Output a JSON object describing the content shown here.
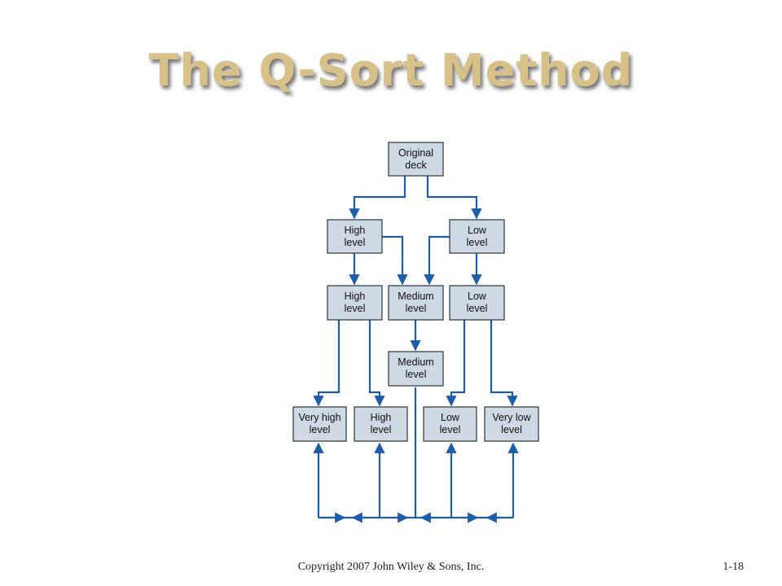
{
  "slide": {
    "title": "The Q-Sort Method",
    "copyright": "Copyright 2007 John Wiley & Sons, Inc.",
    "slide_number": "1-18"
  },
  "diagram": {
    "original": {
      "line1": "Original",
      "line2": "deck"
    },
    "level2": {
      "high": {
        "line1": "High",
        "line2": "level"
      },
      "low": {
        "line1": "Low",
        "line2": "level"
      }
    },
    "level3": {
      "high": {
        "line1": "High",
        "line2": "level"
      },
      "medium": {
        "line1": "Medium",
        "line2": "level"
      },
      "low": {
        "line1": "Low",
        "line2": "level"
      }
    },
    "level4": {
      "medium": {
        "line1": "Medium",
        "line2": "level"
      }
    },
    "level5": {
      "very_high": {
        "line1": "Very high",
        "line2": "level"
      },
      "high": {
        "line1": "High",
        "line2": "level"
      },
      "low": {
        "line1": "Low",
        "line2": "level"
      },
      "very_low": {
        "line1": "Very low",
        "line2": "level"
      }
    },
    "colors": {
      "box_fill": "#cfd9e4",
      "arrow": "#1c5fa8",
      "title": "#d8c089"
    }
  }
}
